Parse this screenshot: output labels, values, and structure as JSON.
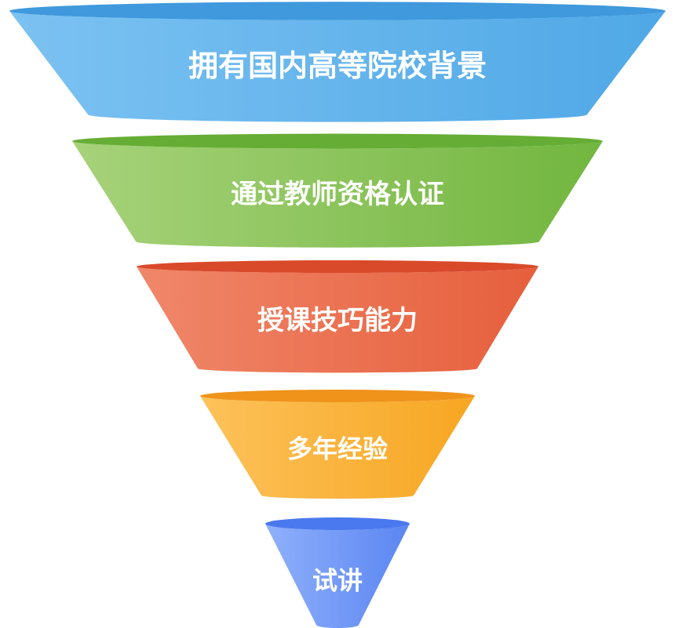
{
  "funnel": {
    "stages": [
      {
        "label": "拥有国内高等院校背景",
        "color_light": "#7cc2f2",
        "color_dark": "#4fa8e6",
        "color_top": "#3f99dc"
      },
      {
        "label": "通过教师资格认证",
        "color_light": "#a7d27a",
        "color_dark": "#72b63f",
        "color_top": "#66ad35"
      },
      {
        "label": "授课技巧能力",
        "color_light": "#f0876a",
        "color_dark": "#e65f3c",
        "color_top": "#d94a2a"
      },
      {
        "label": "多年经验",
        "color_light": "#fdc25a",
        "color_dark": "#f7a622",
        "color_top": "#ef931b"
      },
      {
        "label": "试讲",
        "color_light": "#8fb0fb",
        "color_dark": "#5b86f2",
        "color_top": "#4a78ee"
      }
    ]
  }
}
